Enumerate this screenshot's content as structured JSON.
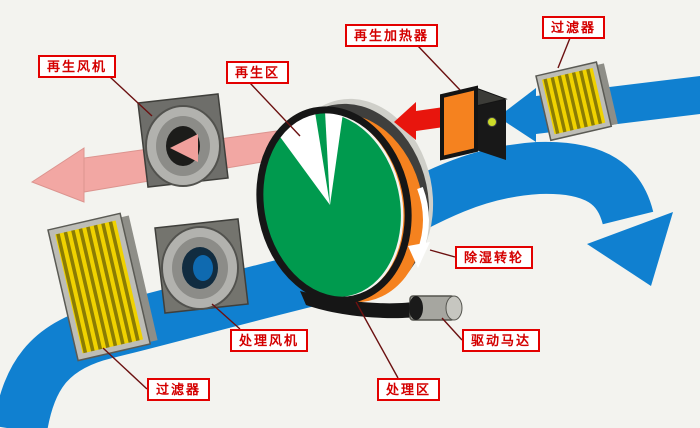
{
  "diagram": {
    "labels": {
      "regen_fan": "再生风机",
      "regen_zone": "再生区",
      "regen_heater": "再生加热器",
      "filter_top": "过滤器",
      "wheel": "除湿转轮",
      "motor": "驱动马达",
      "process_zone": "处理区",
      "process_fan": "处理风机",
      "filter_bottom": "过滤器"
    },
    "colors": {
      "process_air_blue": "#1080d0",
      "exhaust_pink": "#f2a7a3",
      "hot_air_red": "#e8150d",
      "wheel_green": "#009a4e",
      "heater_orange": "#f5821f",
      "filter_yellow": "#f0d200",
      "label_red": "#e30000"
    }
  }
}
